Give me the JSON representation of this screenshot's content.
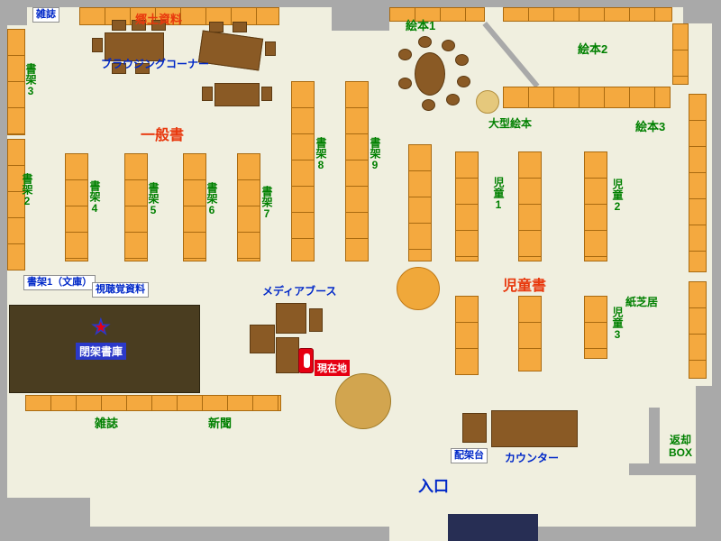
{
  "colors": {
    "floor": "#f0efdf",
    "wall_gray": "#a9a9a9",
    "shelf_orange": "#f4a93f",
    "shelf_border": "#a96a10",
    "table_brown": "#8a5a25",
    "closed_stack_brown": "#4a3d20",
    "label_green": "#008000",
    "label_blue": "#0028c8",
    "label_red": "#e8380d",
    "marker_red": "#e60012",
    "badge_blue": "#2b39c8",
    "entrance_mat_navy": "#272e54"
  },
  "icons": {
    "closed_stacks_star": "★"
  },
  "labels": {
    "magazines_top": "雑誌",
    "local_materials": "郷土資料",
    "shelf3": "書架3",
    "browsing_corner": "ブラウジングコーナー",
    "general_books": "一般書",
    "shelf2": "書架2",
    "shelf4": "書架4",
    "shelf5": "書架5",
    "shelf6": "書架6",
    "shelf7": "書架7",
    "shelf8": "書架8",
    "shelf9": "書架9",
    "picture_books_1": "絵本1",
    "picture_books_2": "絵本2",
    "picture_books_3": "絵本3",
    "large_picture_books": "大型絵本",
    "children_1": "児童1",
    "children_2": "児童2",
    "children_3": "児童3",
    "children_books": "児童書",
    "kamishibai": "紙芝居",
    "shelf1_bunko": "書架1（文庫）",
    "audiovisual": "視聴覚資料",
    "closed_stacks": "閉架書庫",
    "magazines_bottom": "雑誌",
    "newspapers": "新聞",
    "media_booth": "メディアブース",
    "current_location": "現在地",
    "sorting_table": "配架台",
    "counter": "カウンター",
    "return_box": "返却BOX",
    "entrance": "入口"
  }
}
